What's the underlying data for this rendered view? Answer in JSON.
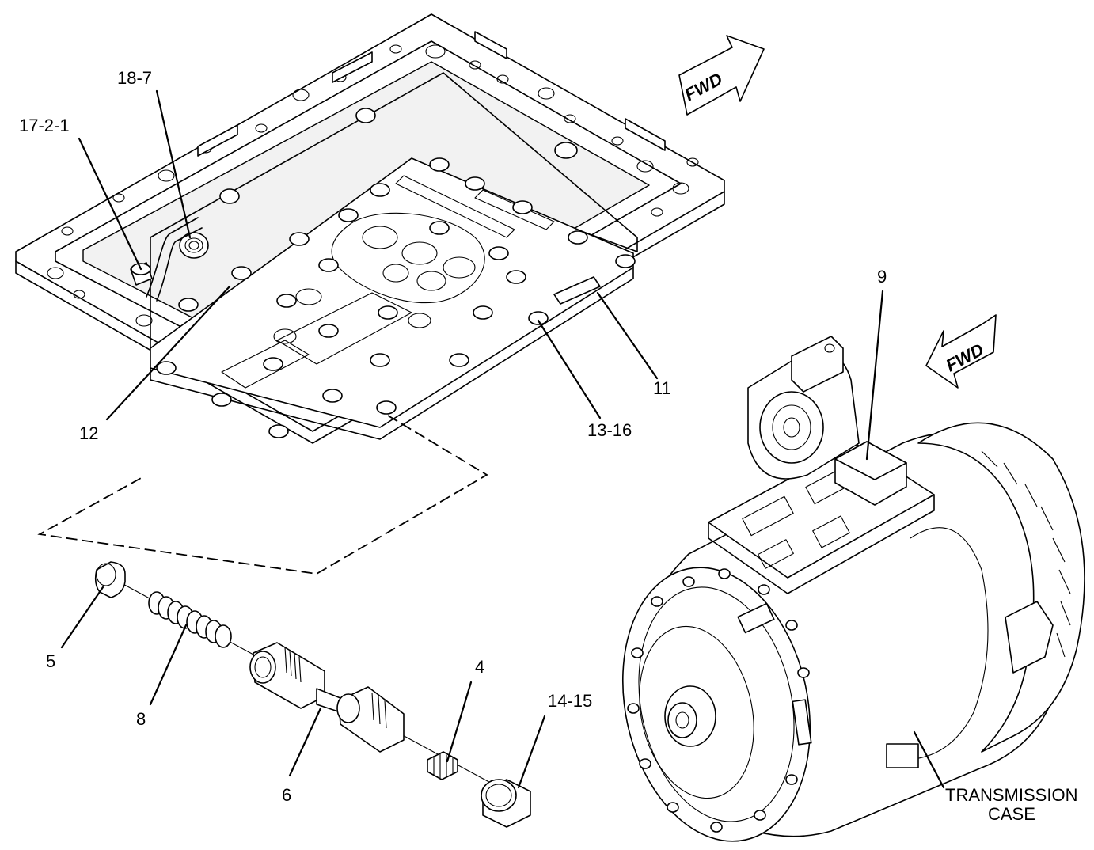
{
  "callouts": {
    "c_17_2_1": "17-2-1",
    "c_18_7": "18-7",
    "c_9": "9",
    "c_11": "11",
    "c_12": "12",
    "c_13_16": "13-16",
    "c_5": "5",
    "c_8": "8",
    "c_4": "4",
    "c_14_15": "14-15",
    "c_6": "6",
    "c_case_line1": "TRANSMISSION",
    "c_case_line2": "CASE"
  },
  "arrows": {
    "fwd_top": "FWD",
    "fwd_right": "FWD"
  }
}
